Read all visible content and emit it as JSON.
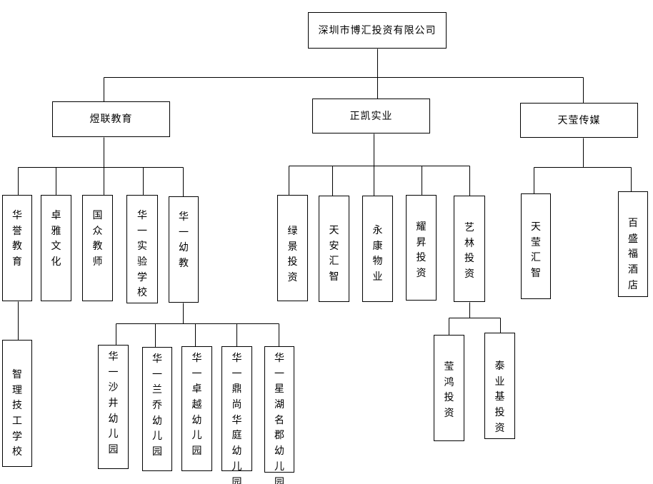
{
  "colors": {
    "line": "#000000",
    "box_border": "#000000",
    "background": "#ffffff"
  },
  "nodes": {
    "root": "深圳市博汇投资有限公司",
    "yuelian_edu": "煜联教育",
    "zhengkai": "正凯实业",
    "tianying_media": "天莹传媒",
    "huayu_edu": "华誉教育",
    "zhuoya": "卓雅文化",
    "guozhong": "国众教师",
    "huayi_shiyan": "华一实验学校",
    "huayi_youjiao": "华一幼教",
    "zhili": "智理技工学校",
    "kg_shajing": "华一沙井幼儿园",
    "kg_lanqiao": "华一兰乔幼儿园",
    "kg_zhuoyue": "华一卓越幼儿园",
    "kg_dingshang": "华一鼎尚华庭幼儿园",
    "kg_xinghu": "华一星湖名郡幼儿园",
    "lujing": "绿景投资",
    "tianan": "天安汇智",
    "yongkang": "永康物业",
    "yaosheng": "耀昇投资",
    "yilin": "艺林投资",
    "yinghong": "莹鸿投资",
    "taiyeji": "泰业基投资",
    "tianying_huizhi": "天莹汇智",
    "baisheng": "百盛福酒店"
  }
}
